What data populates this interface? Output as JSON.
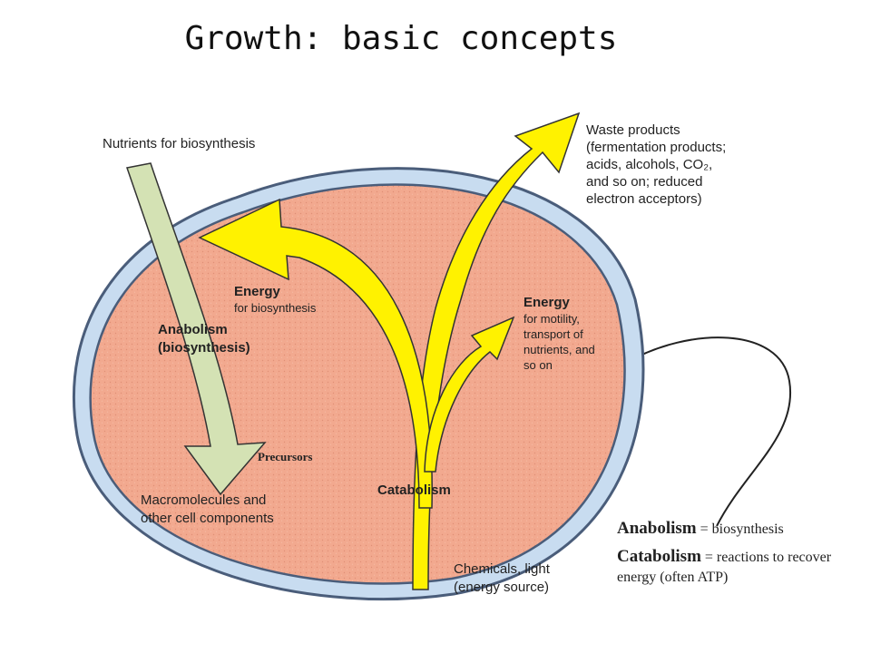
{
  "title": "Growth: basic concepts",
  "labels": {
    "nutrients": "Nutrients for biosynthesis",
    "waste_lines": [
      "Waste products",
      "(fermentation products;",
      "acids, alcohols, CO₂,",
      "and so on; reduced",
      "electron acceptors)"
    ],
    "energy_left_head": "Energy",
    "energy_left_sub": "for biosynthesis",
    "anabolism_lines": [
      "Anabolism",
      "(biosynthesis)"
    ],
    "energy_right_head": "Energy",
    "energy_right_sub": [
      "for motility,",
      "transport of",
      "nutrients, and",
      "so on"
    ],
    "precursors": "Precursors",
    "catabolism": "Catabolism",
    "macromolecules_lines": [
      "Macromolecules and",
      "other cell components"
    ],
    "chemicals_lines": [
      "Chemicals, light",
      "(energy source)"
    ]
  },
  "definitions": {
    "anabolism_term": "Anabolism",
    "anabolism_def": " = biosynthesis",
    "catabolism_term": "Catabolism",
    "catabolism_def": " = reactions to recover energy (often ATP)"
  },
  "colors": {
    "cytoplasm": "#f2a98f",
    "membrane": "#c8dcf0",
    "membrane_outline": "#4a5d7a",
    "yellow_arrow": "#fff200",
    "green_arrow": "#d4e2b4"
  }
}
